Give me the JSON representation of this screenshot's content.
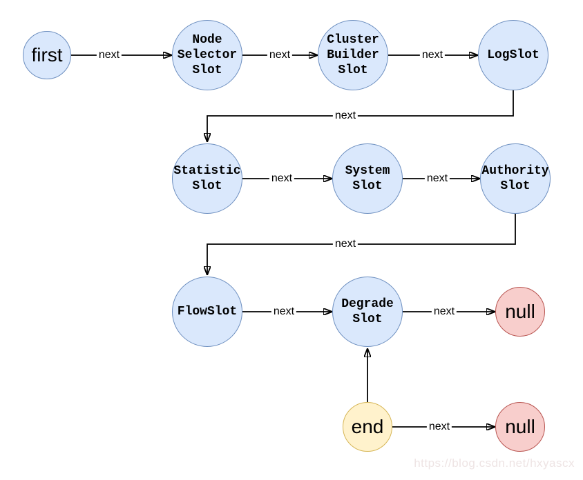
{
  "diagram": {
    "description": "Slot chain linked list diagram",
    "watermark": "https://blog.csdn.net/hxyascx"
  },
  "colors": {
    "slot_fill": "#dae8fc",
    "slot_stroke": "#6c8ebf",
    "null_fill": "#f8cecc",
    "null_stroke": "#b85450",
    "end_fill": "#fff2cc",
    "end_stroke": "#d6b656",
    "edge": "#000000",
    "watermark_text": "#eee4e4"
  },
  "nodes": [
    {
      "id": "first",
      "label": "first",
      "kind": "pointer"
    },
    {
      "id": "node-selector-slot",
      "label": "Node Selector Slot",
      "kind": "slot"
    },
    {
      "id": "cluster-builder-slot",
      "label": "Cluster Builder Slot",
      "kind": "slot"
    },
    {
      "id": "log-slot",
      "label": "LogSlot",
      "kind": "slot"
    },
    {
      "id": "statistic-slot",
      "label": "Statistic Slot",
      "kind": "slot"
    },
    {
      "id": "system-slot",
      "label": "System Slot",
      "kind": "slot"
    },
    {
      "id": "authority-slot",
      "label": "Authority Slot",
      "kind": "slot"
    },
    {
      "id": "flow-slot",
      "label": "FlowSlot",
      "kind": "slot"
    },
    {
      "id": "degrade-slot",
      "label": "Degrade Slot",
      "kind": "slot"
    },
    {
      "id": "null-after-degrade",
      "label": "null",
      "kind": "terminator"
    },
    {
      "id": "end",
      "label": "end",
      "kind": "pointer"
    },
    {
      "id": "null-after-end",
      "label": "null",
      "kind": "terminator"
    }
  ],
  "edges": [
    {
      "from": "first",
      "to": "node-selector-slot",
      "label": "next"
    },
    {
      "from": "node-selector-slot",
      "to": "cluster-builder-slot",
      "label": "next"
    },
    {
      "from": "cluster-builder-slot",
      "to": "log-slot",
      "label": "next"
    },
    {
      "from": "log-slot",
      "to": "statistic-slot",
      "label": "next"
    },
    {
      "from": "statistic-slot",
      "to": "system-slot",
      "label": "next"
    },
    {
      "from": "system-slot",
      "to": "authority-slot",
      "label": "next"
    },
    {
      "from": "authority-slot",
      "to": "flow-slot",
      "label": "next"
    },
    {
      "from": "flow-slot",
      "to": "degrade-slot",
      "label": "next"
    },
    {
      "from": "degrade-slot",
      "to": "null-after-degrade",
      "label": "next"
    },
    {
      "from": "end",
      "to": "degrade-slot",
      "label": ""
    },
    {
      "from": "end",
      "to": "null-after-end",
      "label": "next"
    }
  ]
}
